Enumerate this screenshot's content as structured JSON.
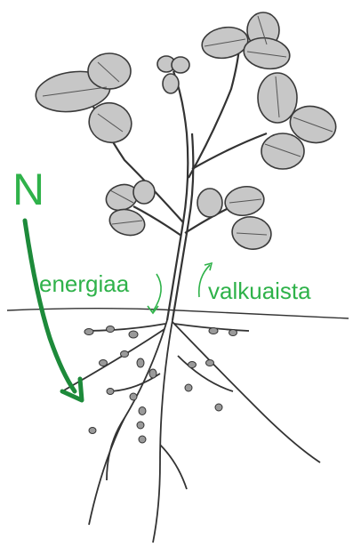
{
  "labels": {
    "nitrogen": "N",
    "energy": "energiaa",
    "protein": "valkuaista"
  },
  "colors": {
    "label_green": "#2fb24a",
    "arrow_green": "#1d8a3a",
    "leaf_fill": "#c7c7c7",
    "leaf_stroke": "#3a3a3a",
    "nodule_fill": "#9a9a9a"
  },
  "icons": {
    "nitrogen_arrow": "down-curved-arrow",
    "energy_arrow": "down-curved-arrow",
    "protein_arrow": "up-curved-arrow"
  }
}
